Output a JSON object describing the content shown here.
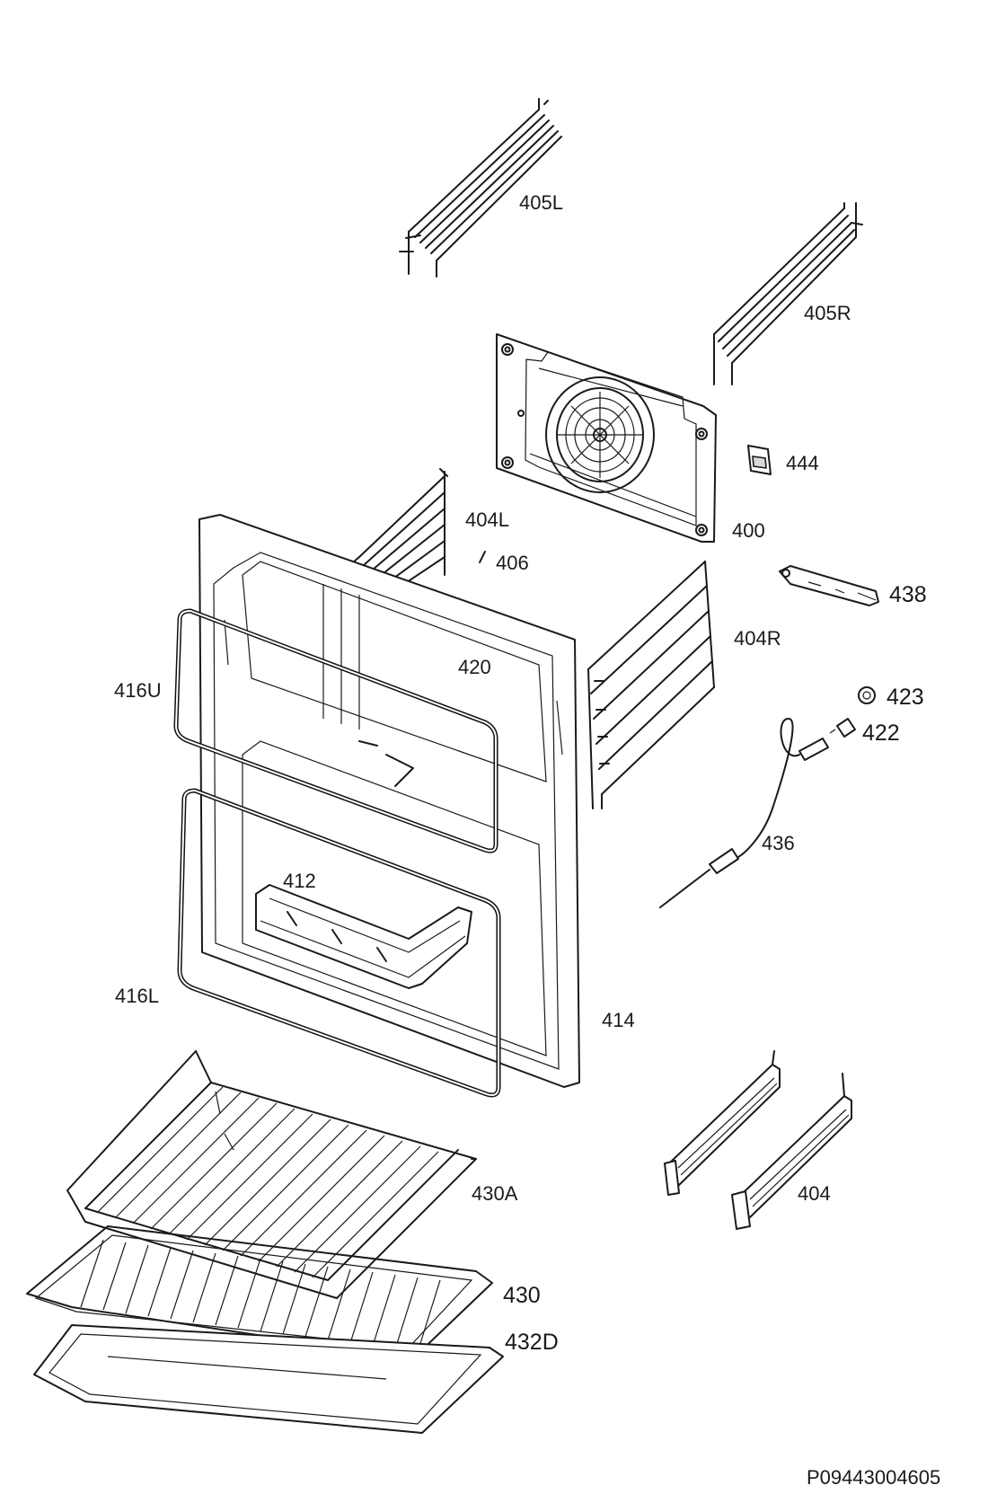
{
  "labels": {
    "p405L": "405L",
    "p405R": "405R",
    "p444": "444",
    "p400": "400",
    "p404L": "404L",
    "p406": "406",
    "p438": "438",
    "p404R": "404R",
    "p420": "420",
    "p416U": "416U",
    "p423": "423",
    "p422": "422",
    "p436": "436",
    "p412": "412",
    "p416L": "416L",
    "p414": "414",
    "p430A": "430A",
    "p404": "404",
    "p430": "430",
    "p432D": "432D"
  },
  "drawing_code": "P09443004605"
}
